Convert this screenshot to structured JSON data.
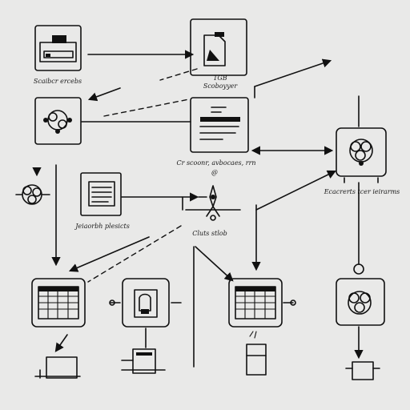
{
  "labels": {
    "top_left": "Scaibcr ercebs",
    "top_center": "Scoboyyer",
    "top_center_small": "1GB",
    "mid_center": "Cr scoonr, avbocaes, rrn",
    "mid_center_mark": "@",
    "right": "Ecacrerts tcer ieirarms",
    "left_mid": "Jeiaorbh plesicts",
    "center_split": "Cluts stlob"
  },
  "colors": {
    "background": "#e9e9e8",
    "ink": "#111111"
  },
  "icons": [
    "printer-icon",
    "document-icon",
    "network-node-icon",
    "report-icon",
    "cloud-network-icon",
    "server-list-icon",
    "processor-chip-icon",
    "storage-device-icon",
    "database-icon",
    "spreadsheet-icon",
    "hub-icon"
  ]
}
